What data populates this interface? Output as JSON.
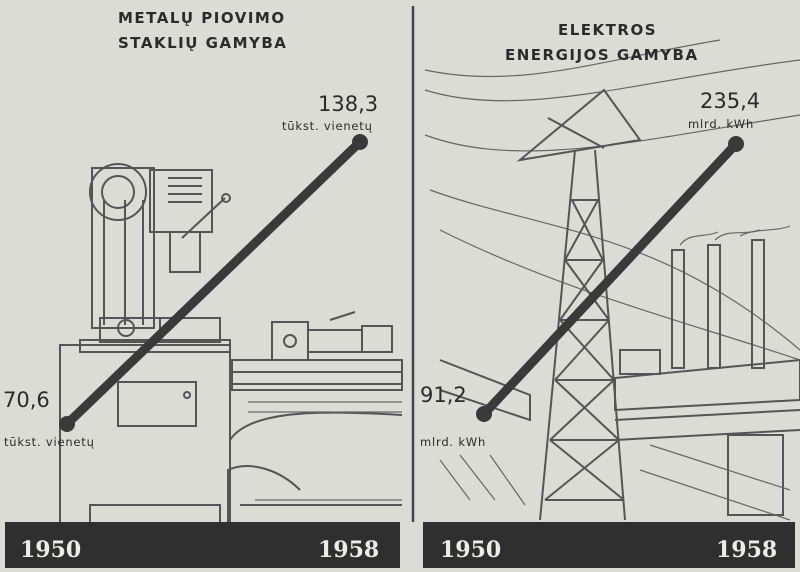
{
  "chart_data": [
    {
      "type": "line",
      "title": "METALŲ PIOVIMO STAKLIŲ GAMYBA",
      "title_lines": [
        "METALŲ PIOVIMO",
        "STAKLIŲ GAMYBA"
      ],
      "x": [
        1950,
        1958
      ],
      "x_labels": [
        "1950",
        "1958"
      ],
      "values": [
        70.6,
        138.3
      ],
      "value_labels": [
        "70,6",
        "138,3"
      ],
      "unit_start": "tūkst. vienetų",
      "unit_end": "tūkst. vienetų",
      "grid": false,
      "legend": "none"
    },
    {
      "type": "line",
      "title": "ELEKTROS ENERGIJOS GAMYBA",
      "title_lines": [
        "ELEKTROS",
        "ENERGIJOS GAMYBA"
      ],
      "x": [
        1950,
        1958
      ],
      "x_labels": [
        "1950",
        "1958"
      ],
      "values": [
        91.2,
        235.4
      ],
      "value_labels": [
        "91,2",
        "235,4"
      ],
      "unit_start": "mlrd. kWh",
      "unit_end": "mlrd. kWh",
      "grid": false,
      "legend": "none"
    }
  ],
  "colors": {
    "background": "#dcdcd6",
    "line": "#3a3a3a",
    "band": "#2f2f2f",
    "band_text": "#ecece6",
    "sketch": "#555555"
  }
}
